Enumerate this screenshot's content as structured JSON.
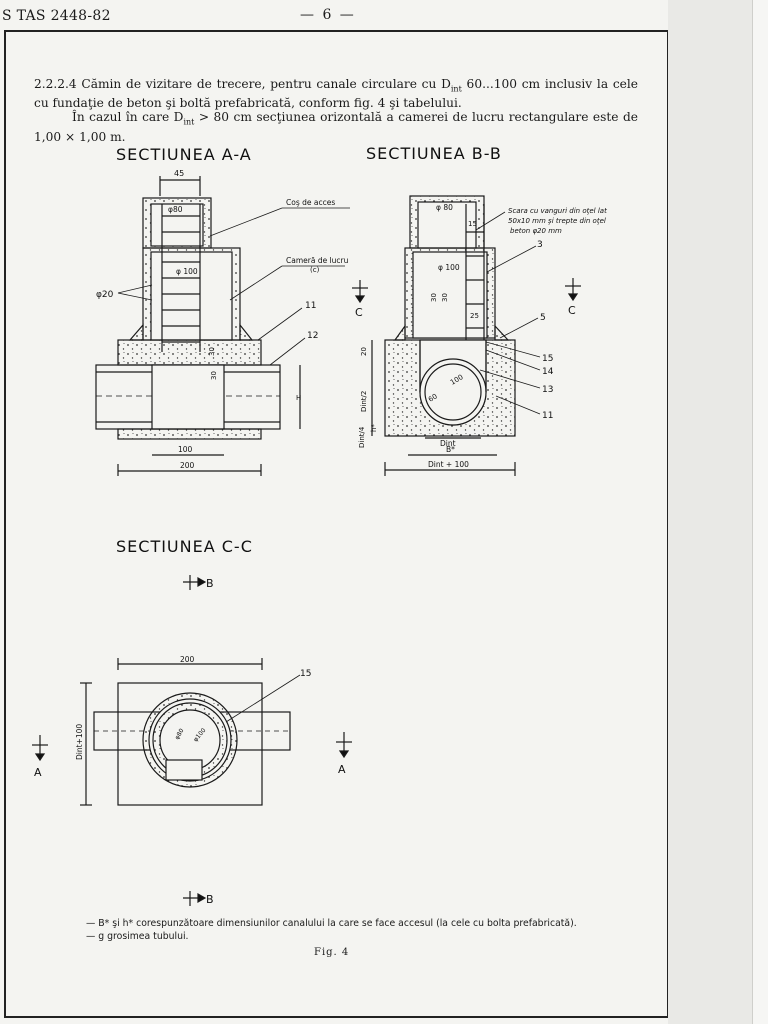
{
  "header": {
    "left": "S TAS 2448-82",
    "center": "— 6 —"
  },
  "paragraph": {
    "line1": "2.2.2.4 Cămin de vizitare de trecere, pentru canale circulare cu D",
    "sub1": "int",
    "line1b": " 60...100 cm inclusiv la cele cu fundaţie de beton şi boltă prefabricată, conform fig. 4 şi tabelului.",
    "line2": "În cazul în care D",
    "sub2": "int",
    "line2b": " > 80 cm secţiunea orizontală a camerei de lucru rectangulare este de 1,00 × 1,00 m."
  },
  "sections": {
    "aa": "SECTIUNEA A-A",
    "bb": "SECTIUNEA B-B",
    "cc": "SECTIUNEA C-C"
  },
  "labels_aa": {
    "dim45": "45",
    "d80": "φ80",
    "d100": "φ 100",
    "d20": "φ20",
    "l11": "11",
    "l12": "12",
    "v30a": "30",
    "v30b": "30",
    "h": "H",
    "dim100": "100",
    "dim200": "200",
    "cos": "Coş de acces",
    "camera": "Cameră de lucru",
    "camera_c": "(c)"
  },
  "labels_bb": {
    "d80": "φ 80",
    "d100": "φ 100",
    "v15": "15",
    "v25": "25",
    "v30a": "30",
    "v30b": "30",
    "v20": "20",
    "dint2": "Dint/2",
    "dint4": "Dint/4",
    "hstar": "h*",
    "d60": "60",
    "d100b": "100",
    "dint": "Dint",
    "bstar": "B*",
    "dint100": "Dint + 100",
    "scara1": "Scara cu vanguri din oţel lat",
    "scara2": "50x10 mm şi trepte din oţel",
    "scara3": "beton φ20 mm",
    "n3": "3",
    "n5": "5",
    "n15": "15",
    "n14": "14",
    "n13": "13",
    "n11": "11"
  },
  "cut_marks": {
    "c": "C",
    "b": "B",
    "a": "A"
  },
  "labels_cc": {
    "dim200": "200",
    "dint100": "Dint+100",
    "n15": "15",
    "d80": "φ80",
    "d100": "φ100"
  },
  "notes": {
    "n1": "— B* şi h* corespunzătoare dimensiunilor canalului la care se face accesul (la cele cu bolta prefabricată).",
    "n2": "— g grosimea tubului."
  },
  "figure_caption": "Fig. 4"
}
